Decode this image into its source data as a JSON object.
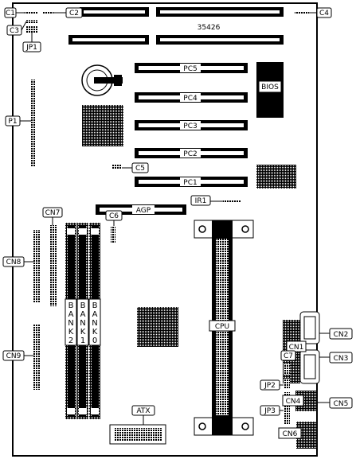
{
  "board_id": "35426",
  "labels": {
    "c1": "C1",
    "c2": "C2",
    "c3": "C3",
    "c4": "C4",
    "c5": "C5",
    "c6": "C6",
    "c7": "C7",
    "jp1": "JP1",
    "jp2": "JP2",
    "jp3": "JP3",
    "p1": "P1",
    "ir1": "IR1",
    "cn1": "CN1",
    "cn2": "CN2",
    "cn3": "CN3",
    "cn4": "CN4",
    "cn5": "CN5",
    "cn6": "CN6",
    "cn7": "CN7",
    "cn8": "CN8",
    "cn9": "CN9",
    "pc1": "PC1",
    "pc2": "PC2",
    "pc3": "PC3",
    "pc4": "PC4",
    "pc5": "PC5",
    "agp": "AGP",
    "cpu": "CPU",
    "atx": "ATX",
    "bios": "BIOS"
  },
  "banks": [
    {
      "letters": [
        "B",
        "A",
        "N",
        "K",
        "2"
      ]
    },
    {
      "letters": [
        "B",
        "A",
        "N",
        "K",
        "1"
      ]
    },
    {
      "letters": [
        "B",
        "A",
        "N",
        "K",
        "0"
      ]
    }
  ]
}
